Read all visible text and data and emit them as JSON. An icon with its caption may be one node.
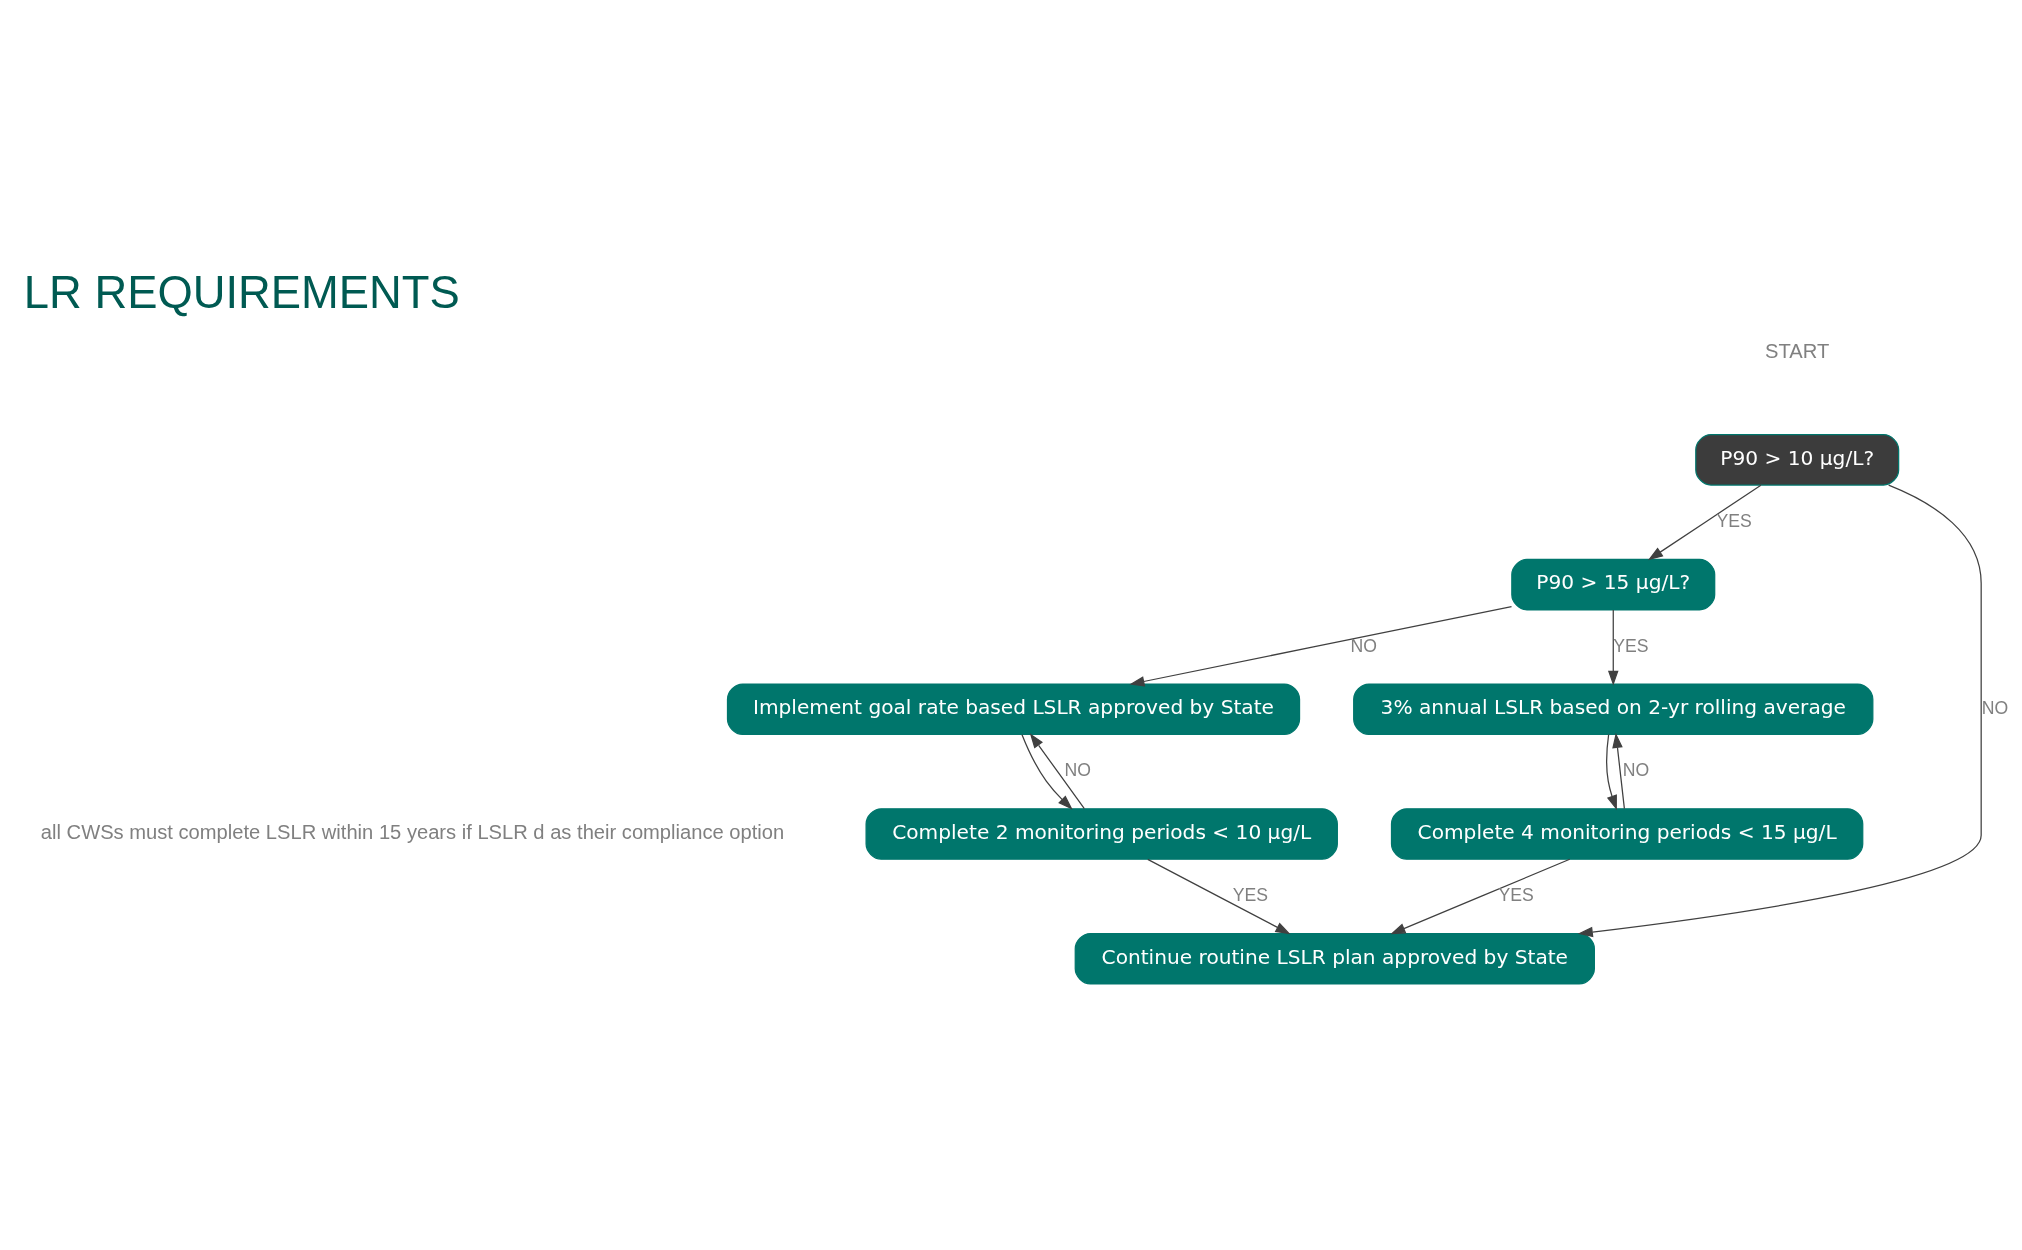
{
  "diagram": {
    "title": "LR REQUIREMENTS",
    "nodes": [
      {
        "text": [
          "P90 > 10 µg/L?"
        ],
        "beside": [
          "START"
        ]
      },
      {
        "text": [
          "P90 > 15 µg/L?"
        ]
      },
      {
        "text": [
          "Continue routine LSLR plan approved by State"
        ]
      },
      {
        "text": [
          "Implement goal rate based LSLR approved by State"
        ]
      },
      {
        "text": [
          "3% annual LSLR based on 2-yr rolling average"
        ]
      },
      {
        "text": [
          "Complete 2 monitoring periods < 10 µg/L"
        ]
      },
      {
        "text": [
          "Complete 4 monitoring periods < 15 µg/L"
        ]
      }
    ],
    "edges": [
      {
        "from": 0,
        "to": 2,
        "arrow": "to",
        "label": "NO"
      },
      {
        "from": 0,
        "to": 1,
        "arrow": "to",
        "label": "YES"
      },
      {
        "from": 1,
        "to": 3,
        "arrow": "to",
        "label": "NO"
      },
      {
        "from": 1,
        "to": 4,
        "arrow": "to",
        "label": "YES"
      },
      {
        "from": 3,
        "to": 5,
        "arrow": "to"
      },
      {
        "from": 4,
        "to": 6,
        "arrow": "to"
      },
      {
        "from": 5,
        "to": 3,
        "arrow": "to",
        "label": "NO"
      },
      {
        "from": 6,
        "to": 4,
        "arrow": "to",
        "label": "NO"
      },
      {
        "from": 5,
        "to": 2,
        "arrow": "to",
        "label": "YES"
      },
      {
        "from": 6,
        "to": 2,
        "arrow": "to",
        "label": "YES"
      }
    ],
    "labels": [
      "all CWSs must complete LSLR within 15 years if LSLR d as their compliance option"
    ]
  }
}
